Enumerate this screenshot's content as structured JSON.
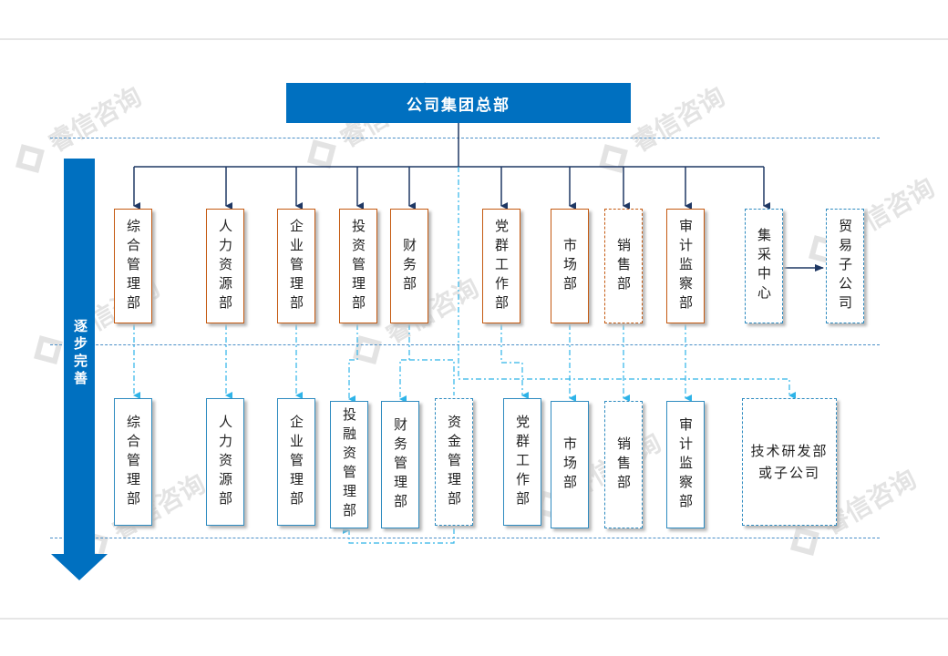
{
  "headquarters": "公司集团总部",
  "side_arrow": "逐步完善",
  "watermark": "睿信咨询",
  "top_row": [
    {
      "label": "综合管理部"
    },
    {
      "label": "人力资源部"
    },
    {
      "label": "企业管理部"
    },
    {
      "label": "投资管理部"
    },
    {
      "label": "财务部"
    },
    {
      "label": "党群工作部"
    },
    {
      "label": "市场部"
    },
    {
      "label": "销售部"
    },
    {
      "label": "审计监察部"
    },
    {
      "label": "集采中心"
    },
    {
      "label": "贸易子公司"
    }
  ],
  "bottom_row": [
    {
      "label": "综合管理部"
    },
    {
      "label": "人力资源部"
    },
    {
      "label": "企业管理部"
    },
    {
      "label": "投融资管理部"
    },
    {
      "label": "财务管理部"
    },
    {
      "label": "资金管理部"
    },
    {
      "label": "党群工作部"
    },
    {
      "label": "市场部"
    },
    {
      "label": "销售部"
    },
    {
      "label": "审计监察部"
    }
  ],
  "rnd_box": {
    "line1": "技术研发部",
    "line2": "或子公司"
  },
  "colors": {
    "primary": "#0070c0",
    "orange_border": "#c55a11",
    "blue_border": "#2e8bc0"
  }
}
